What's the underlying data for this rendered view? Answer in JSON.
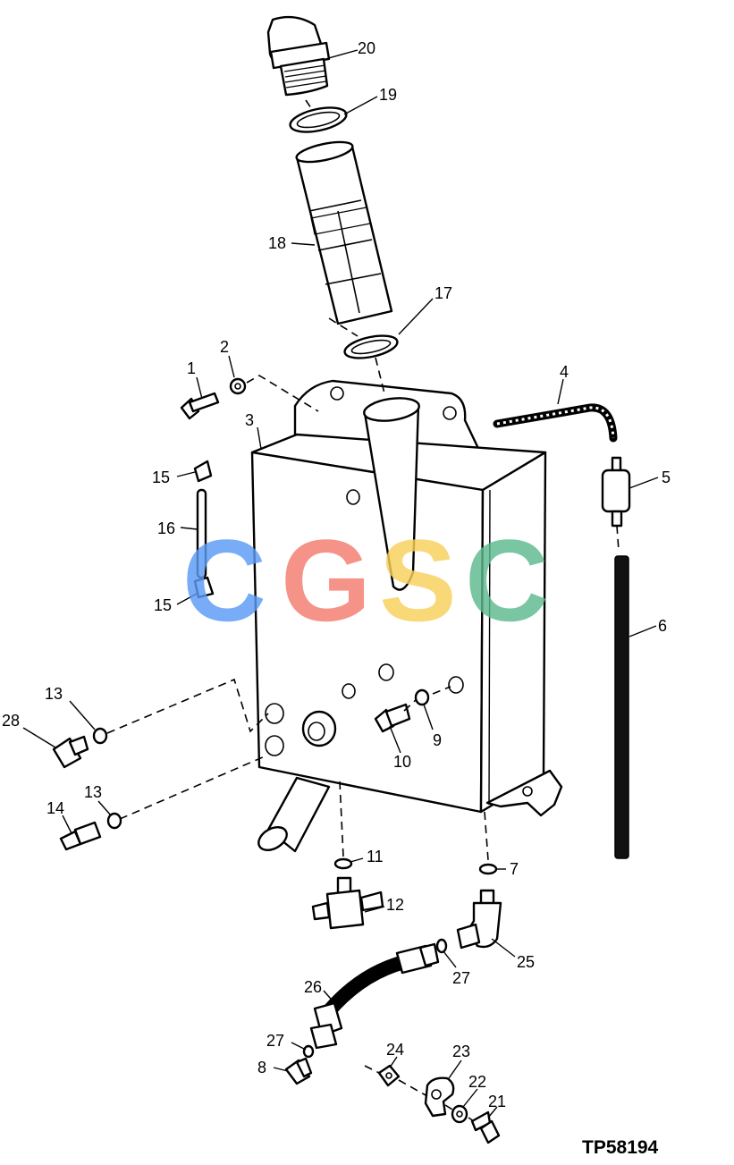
{
  "figure_code": "TP58194",
  "watermark": {
    "letters": [
      "C",
      "G",
      "S",
      "C"
    ],
    "colors": [
      "#5b9bf5",
      "#f47c6e",
      "#f8d05a",
      "#5dba8e"
    ]
  },
  "callouts": [
    "1",
    "2",
    "3",
    "4",
    "5",
    "6",
    "7",
    "8",
    "9",
    "10",
    "11",
    "12",
    "13",
    "13",
    "14",
    "15",
    "15",
    "16",
    "17",
    "18",
    "19",
    "20",
    "21",
    "22",
    "23",
    "24",
    "25",
    "26",
    "27",
    "27",
    "28"
  ]
}
